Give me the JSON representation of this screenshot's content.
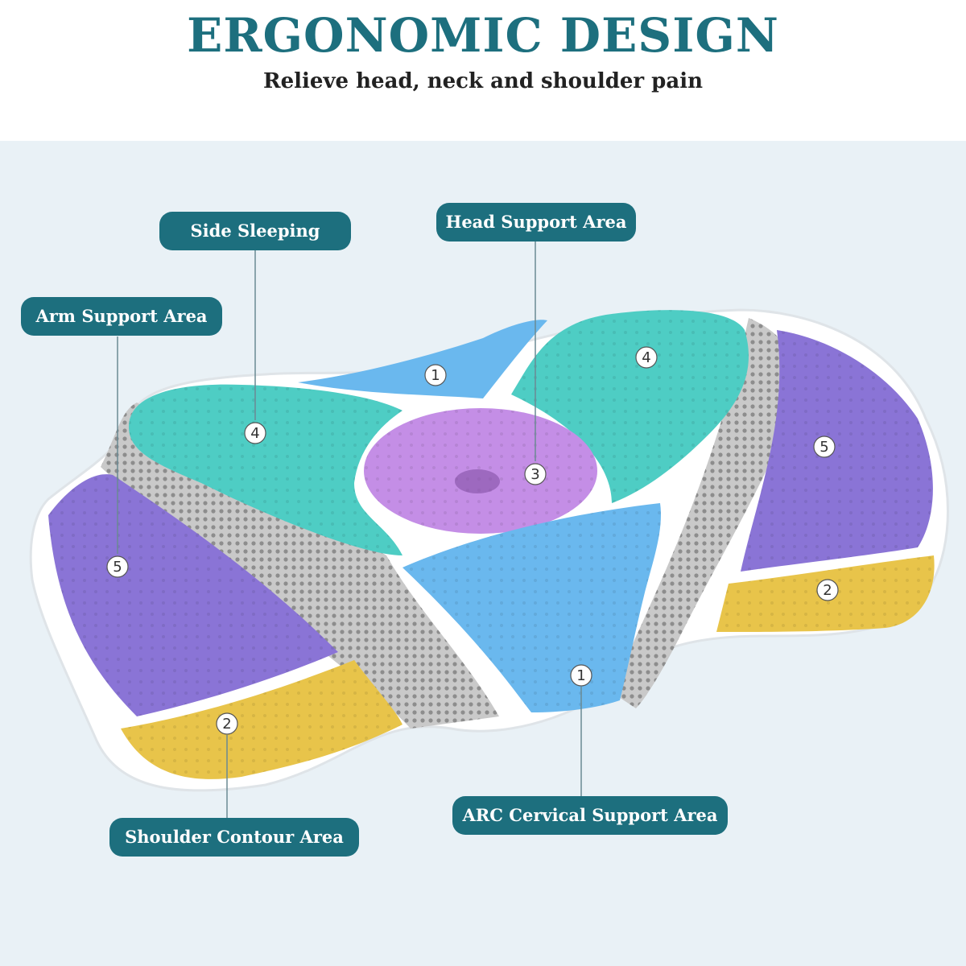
{
  "header": {
    "title": "ERGONOMIC DESIGN",
    "subtitle": "Relieve head, neck and shoulder pain"
  },
  "callouts": {
    "side_sleeping": "Side Sleeping",
    "head_support": "Head Support Area",
    "arm_support": "Arm Support Area",
    "shoulder_contour": "Shoulder Contour Area",
    "arc_cervical": "ARC Cervical Support Area"
  },
  "zone_numbers": {
    "top_blue": "1",
    "right_teal": "4",
    "left_teal": "4",
    "center_purple": "3",
    "right_purple": "5",
    "right_yellow": "2",
    "left_purple": "5",
    "bottom_blue": "1",
    "left_yellow": "2"
  },
  "colors": {
    "accent": "#1d6f7e",
    "teal_zone": "#4ecdc4",
    "blue_zone": "#6ab8ee",
    "purple_zone": "#8a74d6",
    "lilac_zone": "#c48ee6",
    "yellow_zone": "#e8c44a",
    "mesh_gray": "#b9b9b9"
  }
}
